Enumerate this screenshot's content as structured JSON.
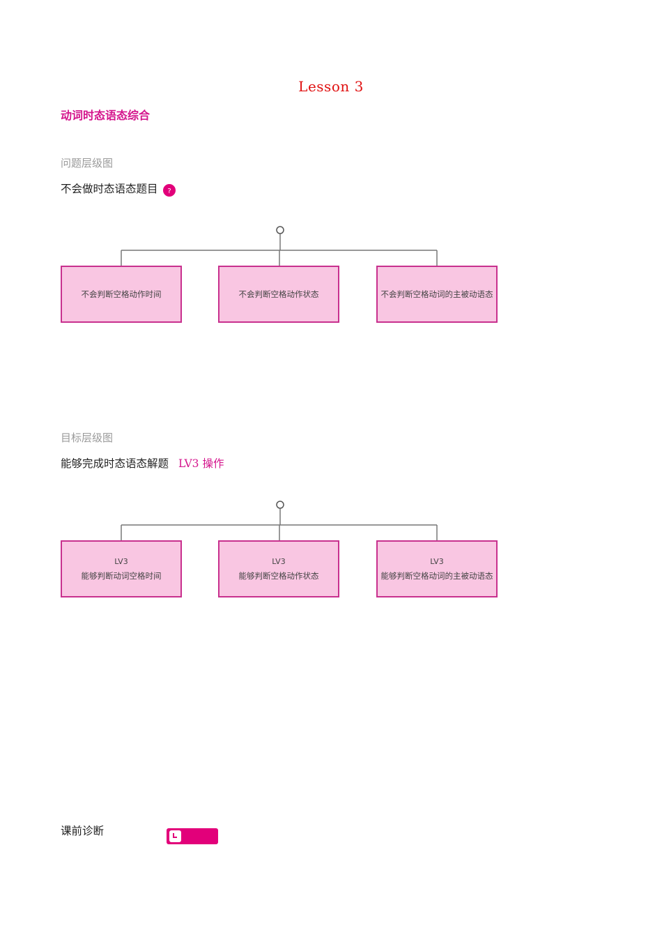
{
  "lesson_title": "Lesson 3",
  "subtitle": "动词时态语态综合",
  "problem_section": {
    "label": "问题层级图",
    "statement": "不会做时态语态题目",
    "badge": "?",
    "boxes": [
      {
        "text": "不会判断空格动作时间"
      },
      {
        "text": "不会判断空格动作状态"
      },
      {
        "text": "不会判断空格动词的主被动语态"
      }
    ]
  },
  "goal_section": {
    "label": "目标层级图",
    "statement": "能够完成时态语态解题",
    "level_tag": "LV3 操作",
    "boxes": [
      {
        "level": "LV3",
        "text": "能够判断动词空格时间"
      },
      {
        "level": "LV3",
        "text": "能够判断空格动作状态"
      },
      {
        "level": "LV3",
        "text": "能够判断空格动词的主被动语态"
      }
    ]
  },
  "diagnosis": {
    "label": "课前诊断",
    "icon": "clock-icon"
  },
  "colors": {
    "title_red": "#e01010",
    "accent_magenta": "#d4148c",
    "box_fill": "#f9c6e2",
    "box_border": "#c8308e"
  }
}
